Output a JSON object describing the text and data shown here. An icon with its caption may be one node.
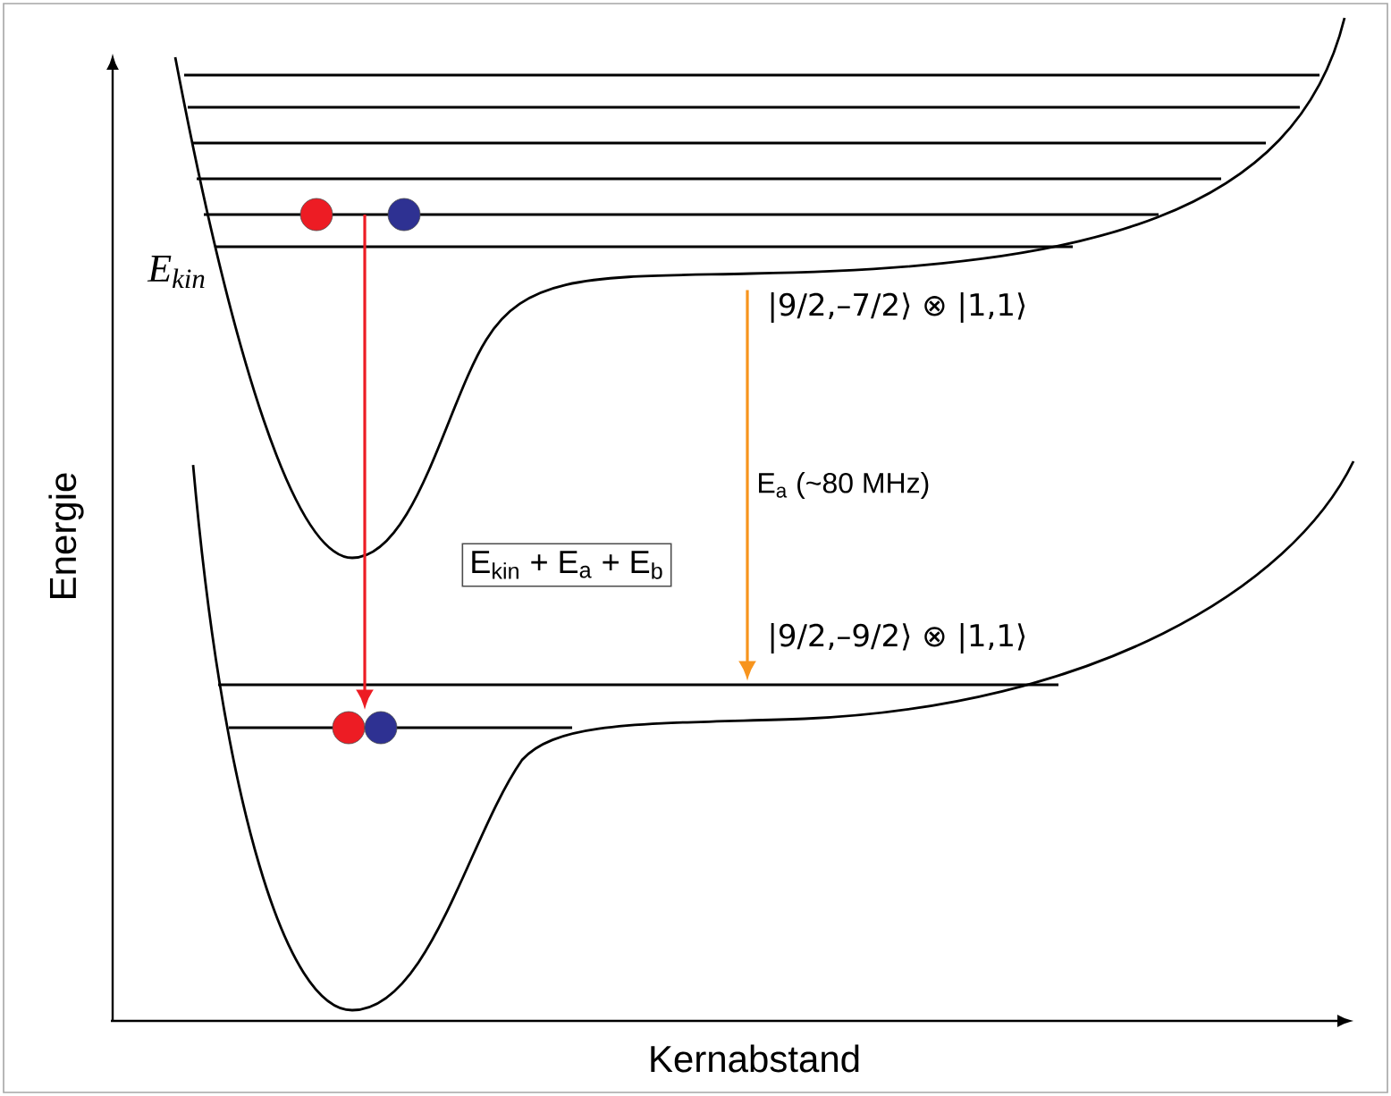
{
  "diagram": {
    "nodes": [
      {
        "text": [],
        "shape": "circle"
      },
      {
        "text": [],
        "shape": "circle"
      },
      {
        "text": [
          "|9/2,–7/2⟩ ⊗ |1,1⟩"
        ]
      },
      {
        "text": [
          "|9/2,–9/2⟩ ⊗ |1,1⟩"
        ]
      },
      {
        "text": [
          "E$_{kin}$ + E$_{a}$ + E$_{b}$"
        ]
      }
    ],
    "edges": [
      {
        "from": 0,
        "to": 1,
        "arrow": "to",
        "color": "#ed1c24"
      },
      {
        "from": 2,
        "to": 3,
        "arrow": "to",
        "color": "#f7941d",
        "label": "E$_{a}$  (~80 MHz)"
      }
    ],
    "labels": [
      "Energie",
      "Kernabstand",
      "E$_{kin}$"
    ]
  }
}
